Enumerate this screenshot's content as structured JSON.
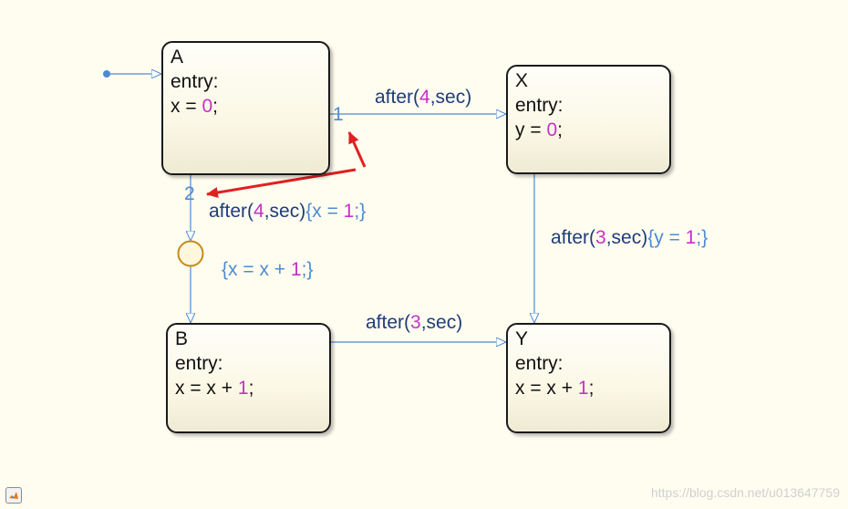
{
  "colors": {
    "background": "#fffdf0",
    "transition": "#4d8bd1",
    "number": "#c531c8",
    "function": "#1f3c7a",
    "junction": "#c58a1a",
    "annotation_arrow": "#e02020"
  },
  "states": {
    "A": {
      "name": "A",
      "entry": "entry:",
      "lhs": "x = ",
      "num": "0",
      "tail": ";"
    },
    "X": {
      "name": "X",
      "entry": "entry:",
      "lhs": "y = ",
      "num": "0",
      "tail": ";"
    },
    "B": {
      "name": "B",
      "entry": "entry:",
      "lhs": "x = x + ",
      "num": "1",
      "tail": ";"
    },
    "Y": {
      "name": "Y",
      "entry": "entry:",
      "lhs": "x = x + ",
      "num": "1",
      "tail": ";"
    }
  },
  "transitions": {
    "a_to_x": {
      "fn": "after(",
      "num": "4",
      "sep": ",sec)",
      "priority": "1"
    },
    "a_to_junction": {
      "fn": "after(",
      "num": "4",
      "sep": ",sec)",
      "action_open": "{x = ",
      "action_num": "1",
      "action_close": ";}",
      "priority": "2"
    },
    "junction_to_b": {
      "action_open": "{x = x + ",
      "action_num": "1",
      "action_close": ";}"
    },
    "b_to_y": {
      "fn": "after(",
      "num": "3",
      "sep": ",sec)"
    },
    "x_to_y": {
      "fn": "after(",
      "num": "3",
      "sep": ",sec)",
      "action_open": "{y = ",
      "action_num": "1",
      "action_close": ";}"
    }
  },
  "watermark": "https://blog.csdn.net/u013647759",
  "icons": {
    "corner": "matlab-logo-icon",
    "junction": "connective-junction-icon"
  }
}
